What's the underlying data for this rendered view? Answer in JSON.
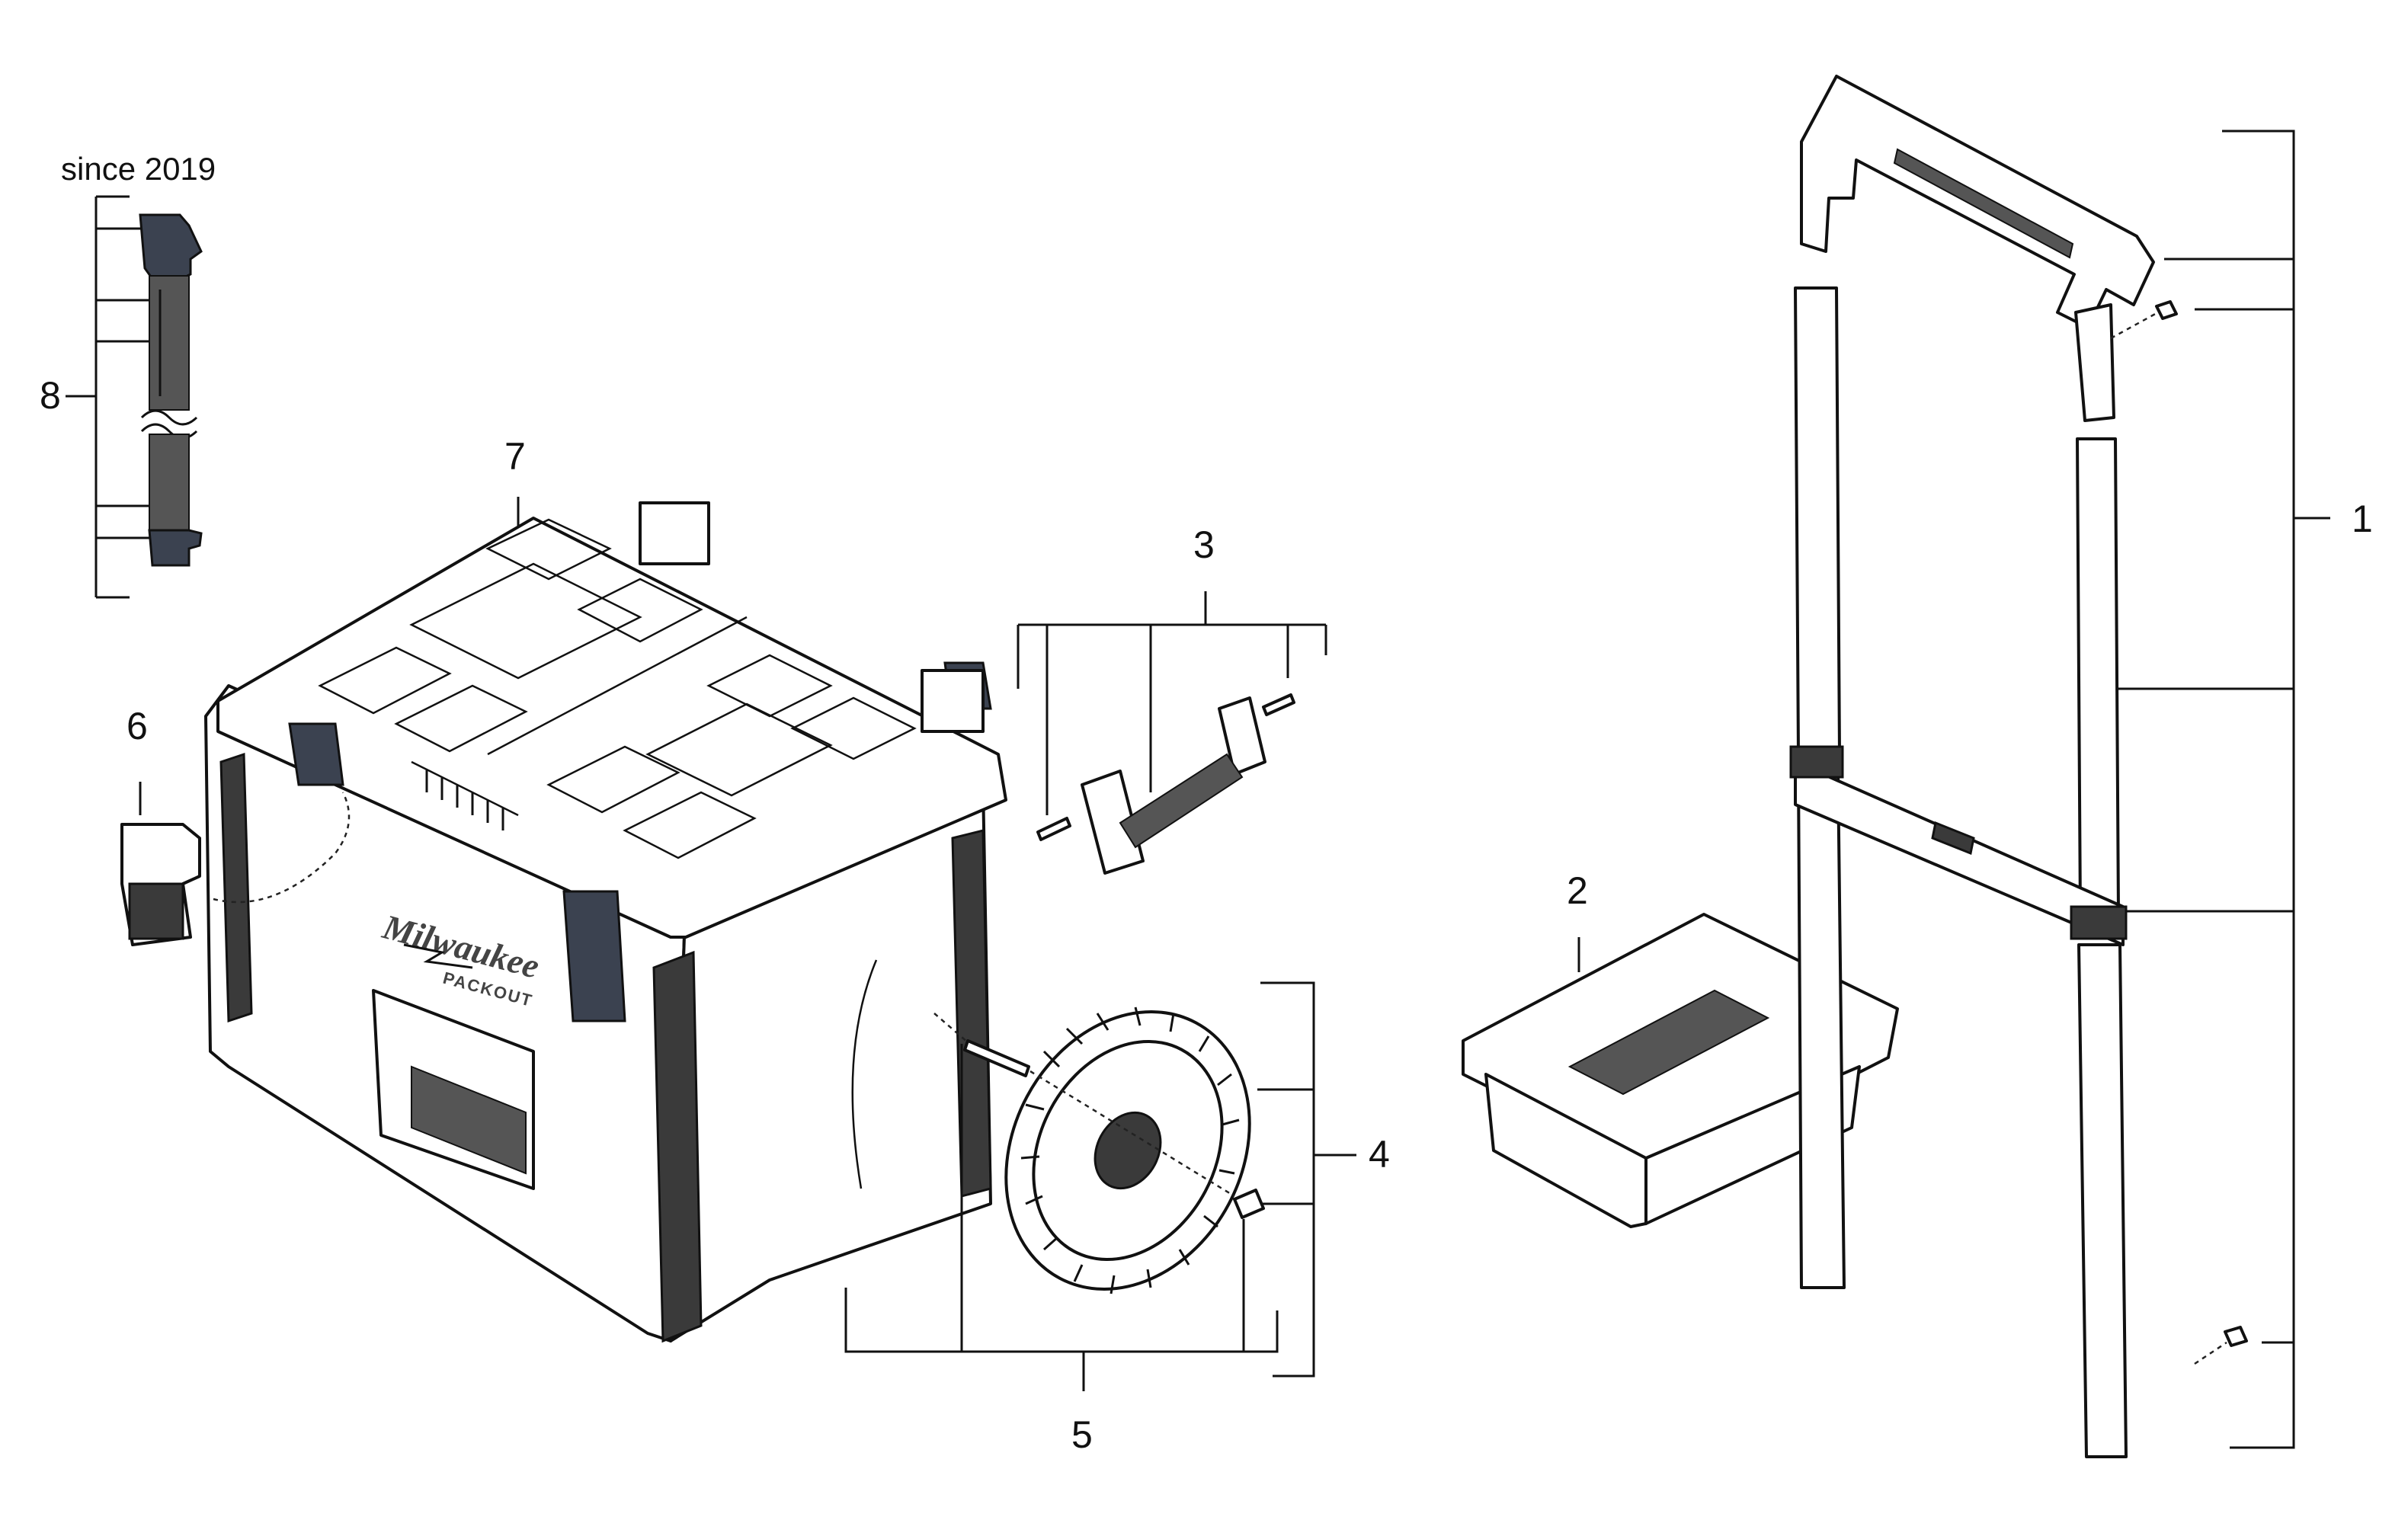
{
  "diagram": {
    "callouts": {
      "c1": "1",
      "c2": "2",
      "c3": "3",
      "c4": "4",
      "c5": "5",
      "c6": "6",
      "c7": "7",
      "c8": "8"
    },
    "note": "since 2019",
    "brand": {
      "name": "Milwaukee",
      "line": "PACKOUT"
    }
  }
}
